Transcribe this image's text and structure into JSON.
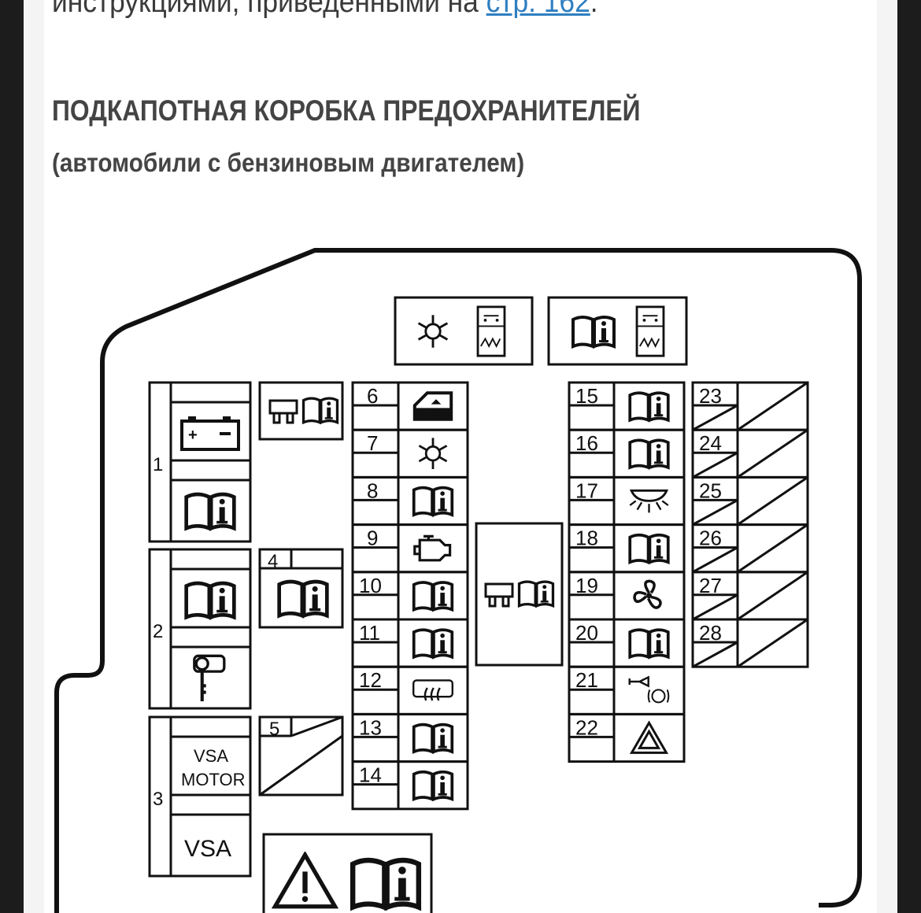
{
  "intro": {
    "text_before": "инструкциями, приведенными на ",
    "link": "стр. 162",
    "text_after": "."
  },
  "heading": "ПОДКАПОТНАЯ КОРОБКА ПРЕДОХРАНИТЕЛЕЙ",
  "subheading": "(автомобили с бензиновым двигателем)",
  "diagram": {
    "groups": [
      {
        "label": "1"
      },
      {
        "label": "2"
      },
      {
        "label": "3"
      }
    ],
    "vsa_motor": [
      "VSA",
      "MOTOR"
    ],
    "vsa": "VSA",
    "box4": "4",
    "box5": "5",
    "column_a": [
      {
        "num": "6",
        "icon": "power-window"
      },
      {
        "num": "7",
        "icon": "snowflake"
      },
      {
        "num": "8",
        "icon": "book-info"
      },
      {
        "num": "9",
        "icon": "engine"
      },
      {
        "num": "10",
        "icon": "book-info"
      },
      {
        "num": "11",
        "icon": "book-info"
      },
      {
        "num": "12",
        "icon": "rear-defroster"
      },
      {
        "num": "13",
        "icon": "book-info"
      },
      {
        "num": "14",
        "icon": "book-info"
      }
    ],
    "column_b": [
      {
        "num": "15",
        "icon": "book-info"
      },
      {
        "num": "16",
        "icon": "book-info"
      },
      {
        "num": "17",
        "icon": "interior-light"
      },
      {
        "num": "18",
        "icon": "book-info"
      },
      {
        "num": "19",
        "icon": "fan"
      },
      {
        "num": "20",
        "icon": "book-info"
      },
      {
        "num": "21",
        "icon": "horn"
      },
      {
        "num": "22",
        "icon": "hazard"
      }
    ],
    "column_c": [
      {
        "num": "23"
      },
      {
        "num": "24"
      },
      {
        "num": "25"
      },
      {
        "num": "26"
      },
      {
        "num": "27"
      },
      {
        "num": "28"
      }
    ]
  }
}
